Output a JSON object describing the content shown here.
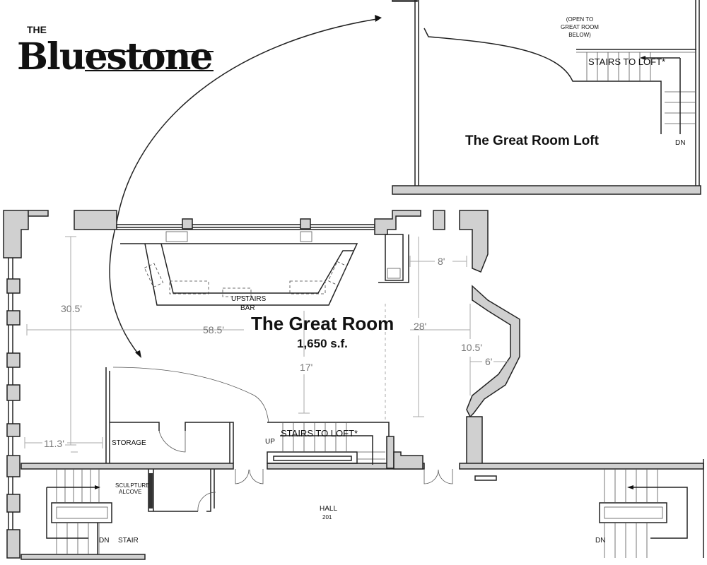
{
  "logo": {
    "prefix": "THE",
    "name": "Bluestone"
  },
  "loft": {
    "title": "The Great Room Loft",
    "open_note": [
      "(OPEN TO",
      "GREAT ROOM",
      "BELOW)"
    ],
    "stairs_label": "STAIRS TO LOFT*",
    "dn_label": "DN"
  },
  "room": {
    "title": "The Great Room",
    "area": "1,650 s.f.",
    "bar_label": [
      "UPSTAIRS",
      "BAR"
    ],
    "storage_label": "STORAGE",
    "sculpture_label": [
      "SCULPTURE",
      "ALCOVE"
    ],
    "stairs_label": "STAIRS TO LOFT*",
    "up_label": "UP",
    "hall_label": "HALL",
    "hall_number": "201",
    "stair_label": "STAIR",
    "dn_left": "DN",
    "dn_right": "DN"
  },
  "dimensions": {
    "height_left": "30.5'",
    "width_total": "58.5'",
    "height_right": "28'",
    "bay_offset": "8'",
    "bay_height": "10.5'",
    "bay_depth": "6'",
    "loft_depth": "17'",
    "storage_width": "11.3'"
  }
}
